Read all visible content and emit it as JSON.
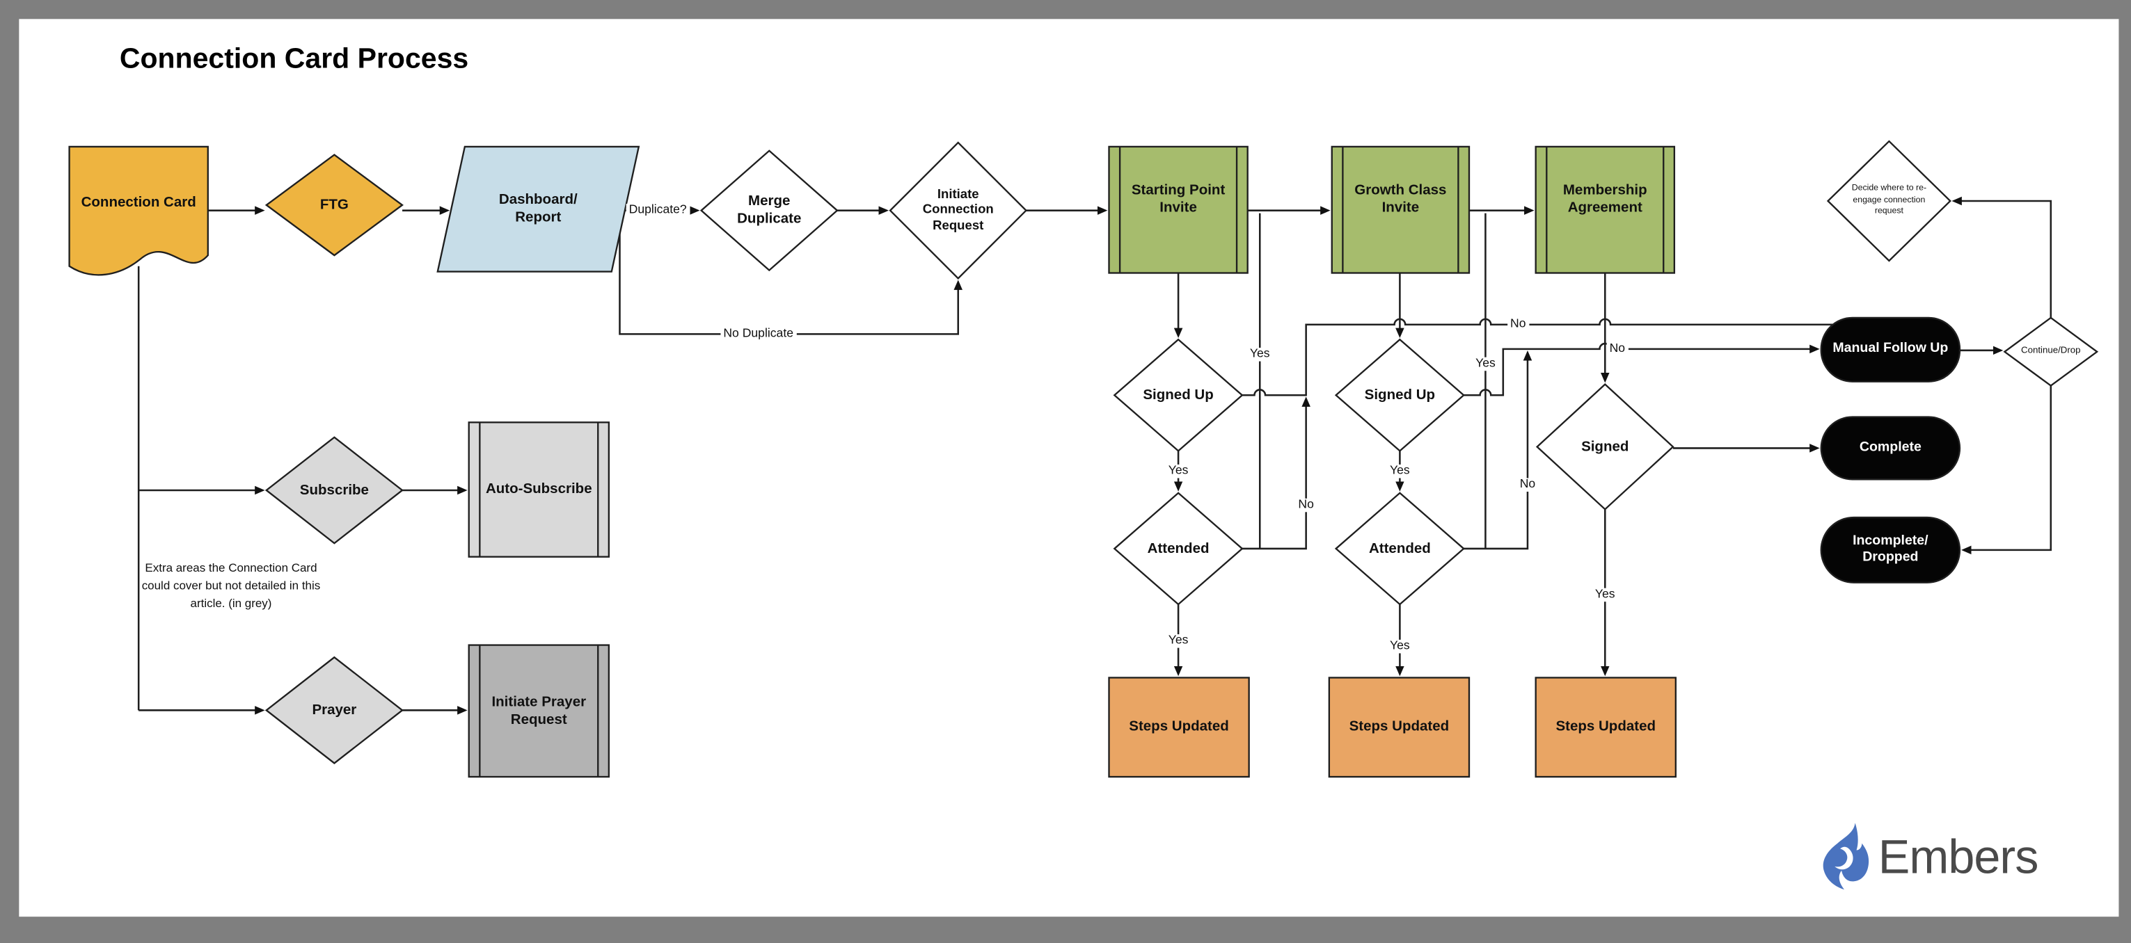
{
  "title": "Connection Card Process",
  "colors": {
    "gold": "#eeb440",
    "blue_parallelogram": "#c7dde8",
    "green": "#a6bc6d",
    "steps_orange": "#e9a564",
    "grey_light": "#d9d9d9",
    "grey_mid": "#b3b3b3",
    "black_terminal": "#050505",
    "white": "#ffffff",
    "flame_blue": "#4a73bf"
  },
  "nodes": {
    "connection_card": {
      "label": "Connection Card"
    },
    "ftg": {
      "label": "FTG"
    },
    "dashboard": {
      "label": "Dashboard/\nReport"
    },
    "merge_duplicate": {
      "label": "Merge\nDuplicate"
    },
    "initiate_connection": {
      "label": "Initiate\nConnection\nRequest"
    },
    "starting_point": {
      "label": "Starting Point\nInvite"
    },
    "growth_class": {
      "label": "Growth Class\nInvite"
    },
    "membership": {
      "label": "Membership\nAgreement"
    },
    "signed_up_1": {
      "label": "Signed Up"
    },
    "attended_1": {
      "label": "Attended"
    },
    "signed_up_2": {
      "label": "Signed Up"
    },
    "attended_2": {
      "label": "Attended"
    },
    "signed": {
      "label": "Signed"
    },
    "steps_updated_1": {
      "label": "Steps Updated"
    },
    "steps_updated_2": {
      "label": "Steps Updated"
    },
    "steps_updated_3": {
      "label": "Steps Updated"
    },
    "manual_follow_up": {
      "label": "Manual Follow Up"
    },
    "complete": {
      "label": "Complete"
    },
    "incomplete_dropped": {
      "label": "Incomplete/\nDropped"
    },
    "reengage": {
      "label": "Decide where to re-\nengage connection\nrequest"
    },
    "continue_drop": {
      "label": "Continue/Drop"
    },
    "subscribe": {
      "label": "Subscribe"
    },
    "auto_subscribe": {
      "label": "Auto-Subscribe"
    },
    "prayer": {
      "label": "Prayer"
    },
    "initiate_prayer": {
      "label": "Initiate Prayer\nRequest"
    }
  },
  "edge_labels": {
    "duplicate": "Duplicate?",
    "no_duplicate": "No Duplicate",
    "su1_yes": "Yes",
    "att1_yes": "Yes",
    "att1_loop_yes": "Yes",
    "att1_no": "No",
    "su1_no": "No",
    "su2_yes": "Yes",
    "att2_yes": "Yes",
    "att2_loop_yes": "Yes",
    "att2_no": "No",
    "su2_no": "No",
    "signed_yes": "Yes"
  },
  "note": "Extra areas the\nConnection Card could\ncover but not detailed in\nthis article. (in grey)",
  "logo": {
    "brand": "Embers"
  }
}
